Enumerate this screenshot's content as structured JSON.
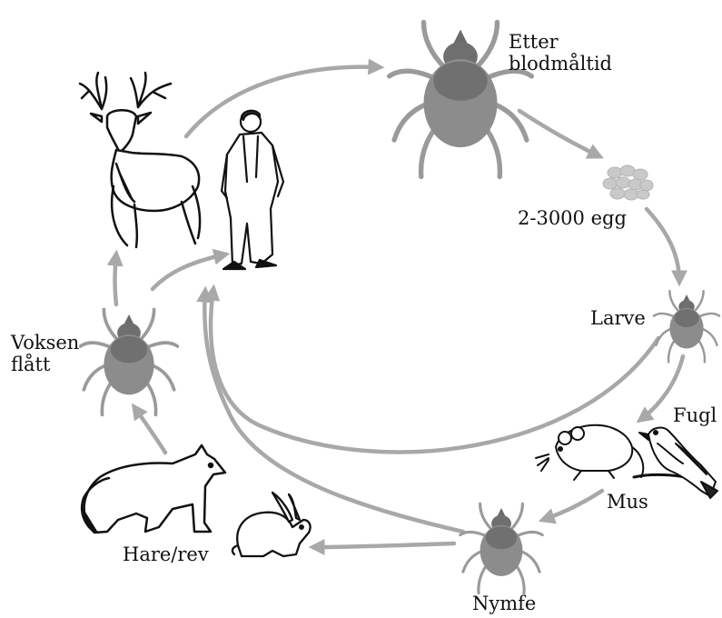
{
  "labels": {
    "etter_line1": "Etter",
    "etter_line2": "blodmåltid",
    "egg": "2-3000 egg",
    "larve": "Larve",
    "fugl": "Fugl",
    "mus": "Mus",
    "nymfe": "Nymfe",
    "hare_rev": "Hare/rev",
    "voksen_line1": "Voksen",
    "voksen_line2": "flått"
  },
  "colors": {
    "arrow": "#a8a8a8",
    "tick_body": "#8c8c8c",
    "tick_legs": "#9a9a9a",
    "egg_fill": "#c9c9c9",
    "ink": "#111111"
  },
  "icons": [
    "tick-icon",
    "deer-icon",
    "human-icon",
    "egg-cluster-icon",
    "mouse-icon",
    "bird-icon",
    "fox-icon",
    "hare-icon"
  ]
}
